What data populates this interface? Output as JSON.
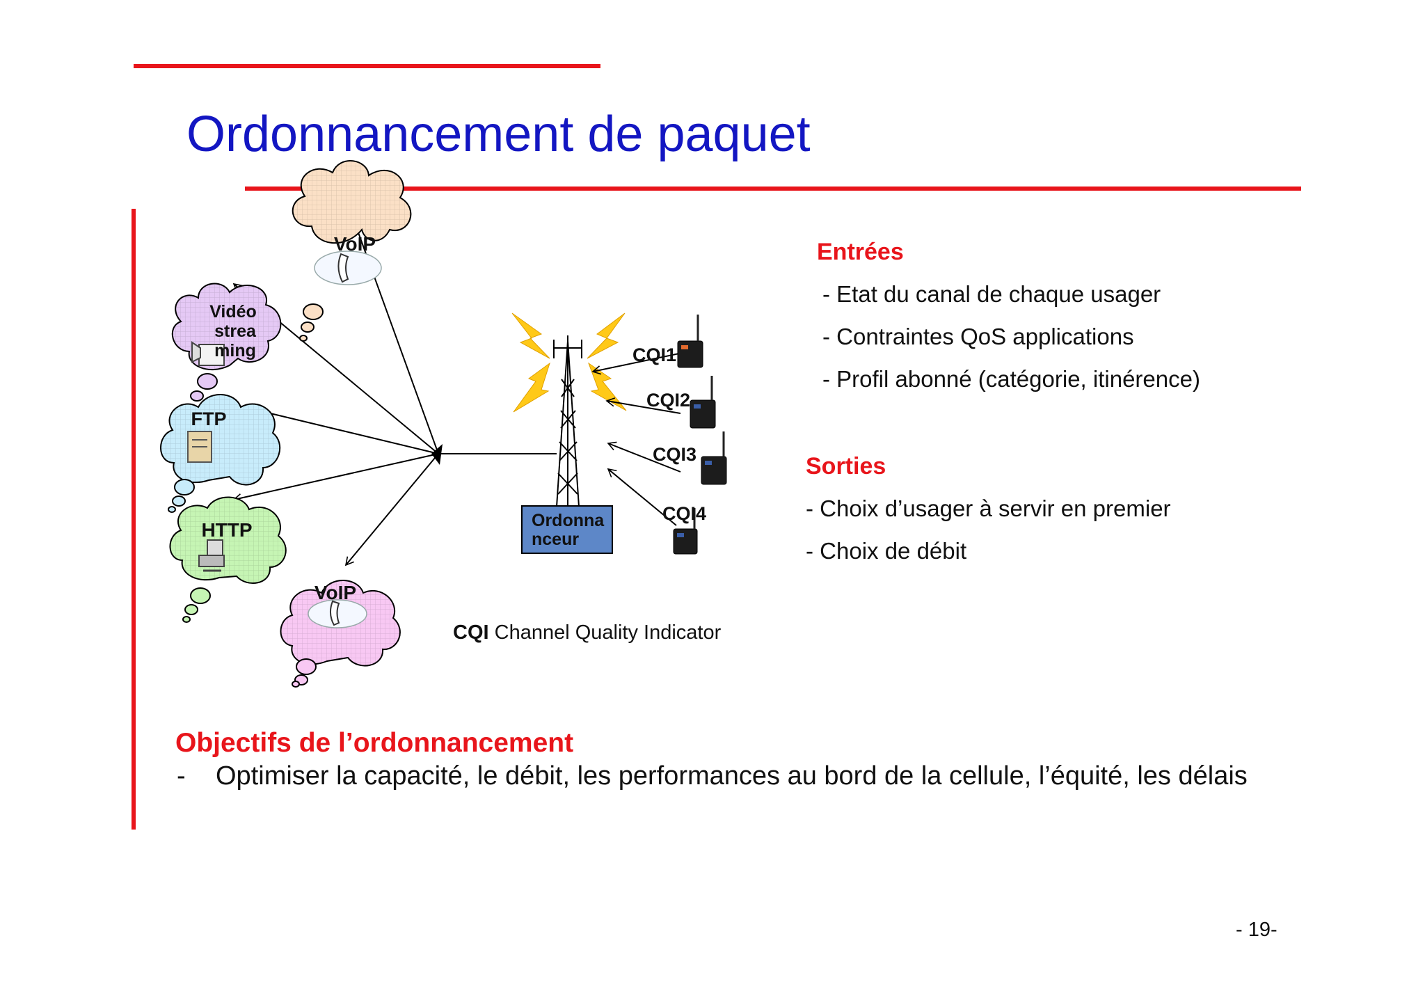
{
  "slide": {
    "title": "Ordonnancement de paquet",
    "page_number": "- 19-"
  },
  "diagram": {
    "users": [
      {
        "label_lines": [
          "VoIP"
        ],
        "color": "#fbe0c6",
        "icon": "telephone-icon"
      },
      {
        "label_lines": [
          "Vidéo",
          "strea",
          "ming"
        ],
        "color": "#e5c9f5",
        "icon": "video-projector-icon"
      },
      {
        "label_lines": [
          "FTP"
        ],
        "color": "#c8ecfb",
        "icon": "file-server-icon"
      },
      {
        "label_lines": [
          "HTTP"
        ],
        "color": "#c6f5b4",
        "icon": "desktop-computer-icon"
      },
      {
        "label_lines": [
          "VoIP"
        ],
        "color": "#f8c8f3",
        "icon": "telephone-icon"
      }
    ],
    "scheduler_label_lines": [
      "Ordonna",
      "nceur"
    ],
    "scheduler_color": "#5d87c8",
    "cqi_labels": [
      "CQI1",
      "CQI2",
      "CQI3",
      "CQI4"
    ],
    "legend": {
      "abbr": "CQI",
      "text": " Channel Quality Indicator"
    }
  },
  "inputs": {
    "title": "Entrées",
    "items": [
      "- Etat du canal de chaque usager",
      "- Contraintes QoS applications",
      "- Profil abonné (catégorie, itinérence)"
    ]
  },
  "outputs": {
    "title": "Sorties",
    "items": [
      "- Choix d’usager à servir en premier",
      "- Choix de débit"
    ]
  },
  "objectives": {
    "title": "Objectifs de l’ordonnancement",
    "dash": "-",
    "text": "Optimiser la capacité, le débit, les performances au bord de la cellule, l’équité, les délais"
  },
  "colors": {
    "title": "#1316c2",
    "accent_red": "#e8151b"
  }
}
